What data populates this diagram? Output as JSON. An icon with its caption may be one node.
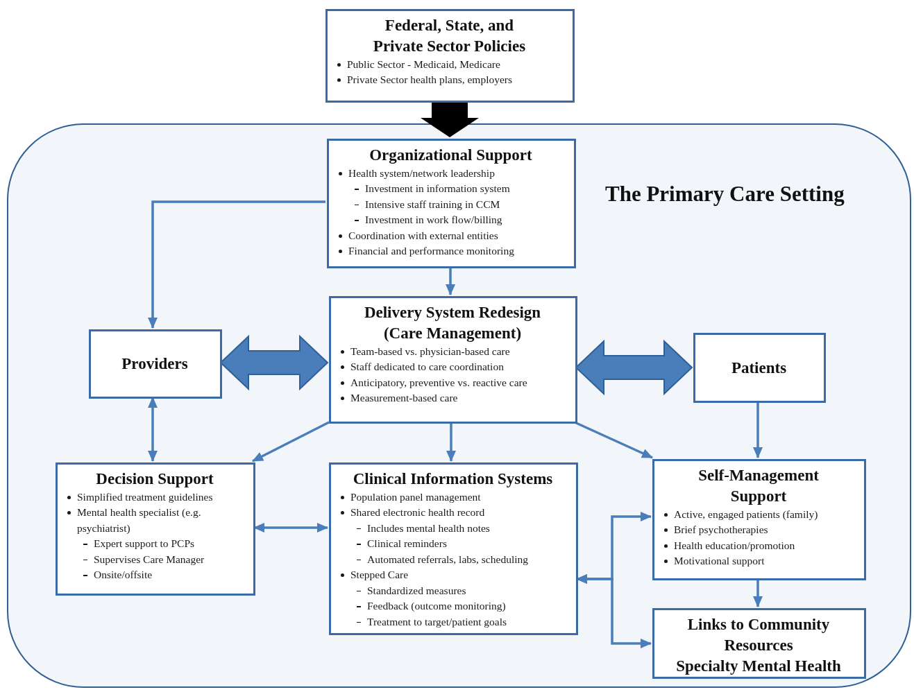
{
  "diagram": {
    "nodes": [
      {
        "text": [
          "Federal, State, and Private Sector Policies",
          "Public Sector - Medicaid, Medicare",
          "Private Sector health plans, employers"
        ]
      },
      {
        "text": [
          "The Primary Care Setting"
        ]
      },
      {
        "text": [
          "Organizational Support",
          "Health system/network leadership",
          "Investment in information system",
          "Intensive staff training in CCM",
          "Investment in work flow/billing",
          "Coordination with external entities",
          "Financial and performance monitoring"
        ],
        "in": 1
      },
      {
        "text": [
          "Delivery System Redesign (Care Management)",
          "Team-based vs. physician-based care",
          "Staff dedicated to care coordination",
          "Anticipatory, preventive vs. reactive care",
          "Measurement-based care"
        ],
        "in": 1
      },
      {
        "text": [
          "Providers"
        ],
        "in": 1
      },
      {
        "text": [
          "Patients"
        ],
        "in": 1
      },
      {
        "text": [
          "Decision Support",
          "Simplified treatment guidelines",
          "Mental health specialist (e.g. psychiatrist)",
          "Expert support to PCPs",
          "Supervises Care Manager",
          "Onsite/offsite"
        ],
        "in": 1
      },
      {
        "text": [
          "Clinical Information Systems",
          "Population panel management",
          "Shared electronic health record",
          "Includes mental health notes",
          "Clinical reminders",
          "Automated referrals, labs, scheduling",
          "Stepped Care",
          "Standardized measures",
          "Feedback (outcome monitoring)",
          "Treatment to target/patient goals"
        ],
        "in": 1
      },
      {
        "text": [
          "Self-Management Support",
          "Active, engaged patients (family)",
          "Brief psychotherapies",
          "Health education/promotion",
          "Motivational support"
        ],
        "in": 1
      },
      {
        "text": [
          "Links to Community Resources",
          "Specialty Mental Health"
        ],
        "in": 1
      }
    ],
    "edges": [
      {
        "from": 0,
        "to": 2,
        "arrow": "to",
        "style": "thick",
        "color": "#000000"
      },
      {
        "from": 2,
        "to": 4,
        "arrow": "to"
      },
      {
        "from": 2,
        "to": 3,
        "arrow": "to"
      },
      {
        "from": 4,
        "to": 3,
        "arrow": "both",
        "style": "thick"
      },
      {
        "from": 3,
        "to": 5,
        "arrow": "both",
        "style": "thick"
      },
      {
        "from": 4,
        "to": 6,
        "arrow": "both"
      },
      {
        "from": 3,
        "to": 6,
        "arrow": "to"
      },
      {
        "from": 3,
        "to": 7,
        "arrow": "to"
      },
      {
        "from": 3,
        "to": 8,
        "arrow": "to"
      },
      {
        "from": 5,
        "to": 8,
        "arrow": "to"
      },
      {
        "from": 6,
        "to": 7,
        "arrow": "both"
      },
      {
        "from": 8,
        "to": 9,
        "arrow": "to"
      },
      {
        "from": 7,
        "to": 8,
        "arrow": "both"
      },
      {
        "from": 7,
        "to": 9,
        "arrow": "both"
      }
    ]
  }
}
